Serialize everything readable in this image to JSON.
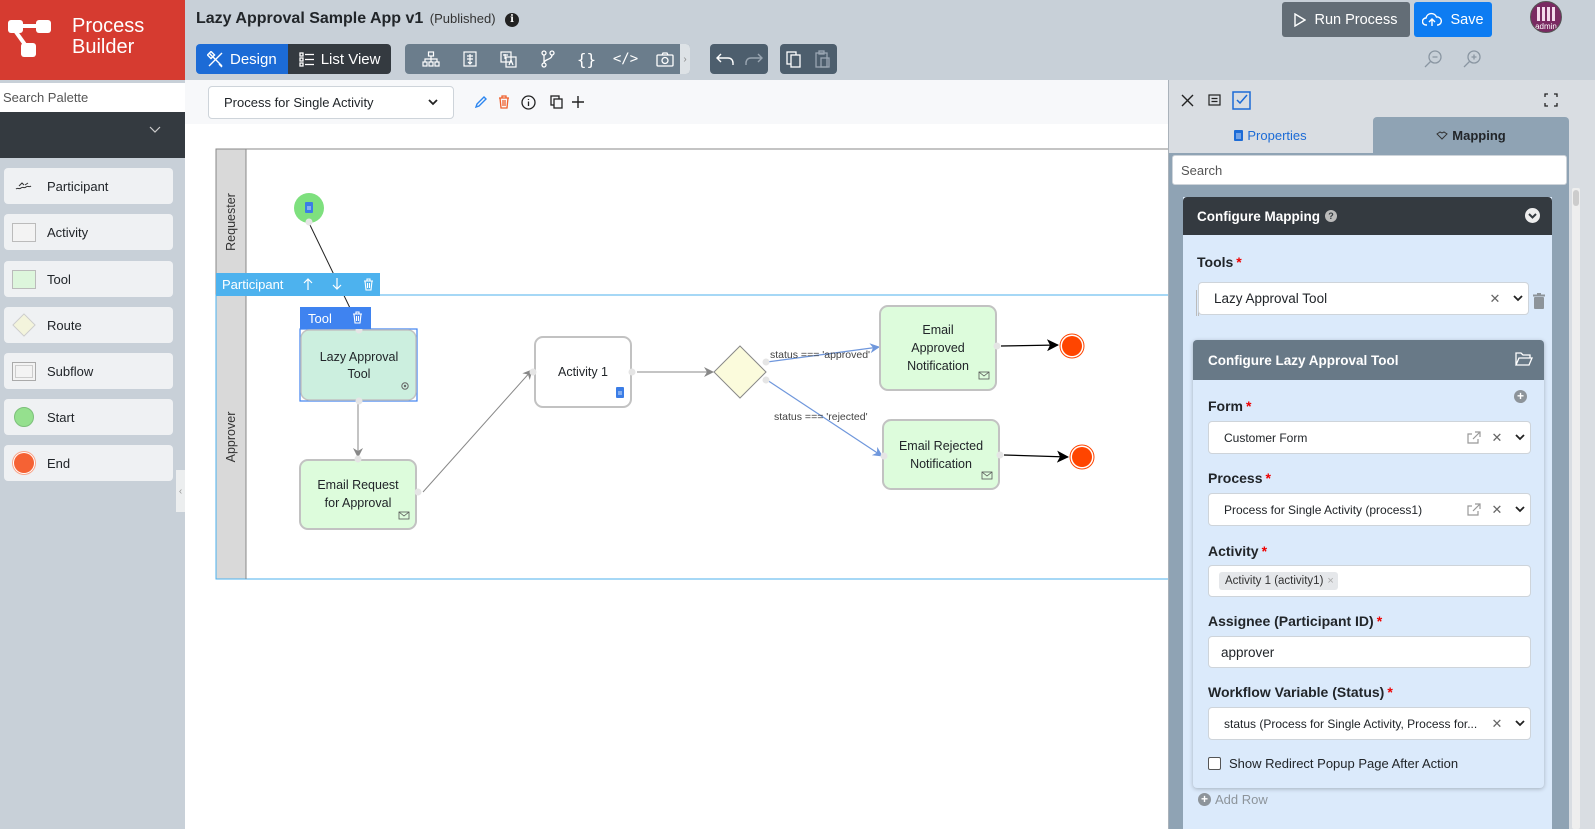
{
  "brand": {
    "line1": "Process",
    "line2": "Builder"
  },
  "header": {
    "app_title": "Lazy Approval Sample App v1",
    "status": "(Published)",
    "view_modes": [
      {
        "label": "Design",
        "icon": "design-icon",
        "active": true
      },
      {
        "label": "List View",
        "icon": "list-icon",
        "active": false
      }
    ],
    "toolbar_icons": [
      "sitemap-icon",
      "align-icon",
      "translate-icon",
      "branch-icon",
      "braces-icon",
      "code-icon",
      "camera-icon"
    ],
    "undo_redo_icons": [
      "undo-icon",
      "redo-icon"
    ],
    "clipboard_icons": [
      "copy-icon",
      "paste-icon"
    ],
    "run_label": "Run Process",
    "save_label": "Save",
    "user": "admin",
    "zoom_icons": [
      "zoom-out-icon",
      "zoom-in-icon"
    ]
  },
  "palette": {
    "search_placeholder": "Search Palette",
    "category": "",
    "items": [
      {
        "label": "Participant",
        "icon": "participant-icon"
      },
      {
        "label": "Activity",
        "icon": "activity-icon"
      },
      {
        "label": "Tool",
        "icon": "tool-icon"
      },
      {
        "label": "Route",
        "icon": "route-icon"
      },
      {
        "label": "Subflow",
        "icon": "subflow-icon"
      },
      {
        "label": "Start",
        "icon": "start-icon"
      },
      {
        "label": "End",
        "icon": "end-icon"
      }
    ]
  },
  "canvas": {
    "selected_process": "Process for Single Activity",
    "actions": [
      "edit-icon",
      "delete-icon",
      "info-icon",
      "duplicate-icon",
      "add-icon"
    ],
    "lanes": [
      "Requester",
      "Approver"
    ],
    "participant_bar_label": "Participant",
    "tool_bar_label": "Tool",
    "nodes": {
      "lazy_tool": [
        "Lazy Approval",
        "Tool"
      ],
      "email_request": [
        "Email Request",
        "for Approval"
      ],
      "activity1": [
        "Activity 1"
      ],
      "email_approved": [
        "Email",
        "Approved",
        "Notification"
      ],
      "email_rejected": [
        "Email Rejected",
        "Notification"
      ]
    },
    "edge_labels": {
      "approved": "status === 'approved'",
      "rejected": "status === 'rejected'"
    },
    "colors": {
      "start": "#7ee07e",
      "end": "#ff4500",
      "tool_fill": "#ddfcdc",
      "selected": "#3f83f0",
      "participant": "#4db2ee",
      "route_fill": "#fbfbdc"
    }
  },
  "panel": {
    "tabs": [
      {
        "label": "Properties",
        "active": false
      },
      {
        "label": "Mapping",
        "active": true
      }
    ],
    "search_placeholder": "Search",
    "configure_mapping": "Configure Mapping",
    "tools_label": "Tools",
    "tools_value": "Lazy Approval Tool",
    "configure_tool": "Configure Lazy Approval Tool",
    "fields": {
      "form": {
        "label": "Form",
        "value": "Customer Form"
      },
      "process": {
        "label": "Process",
        "value": "Process for Single Activity (process1)"
      },
      "activity": {
        "label": "Activity",
        "tags": [
          "Activity 1 (activity1)"
        ]
      },
      "assignee": {
        "label": "Assignee (Participant ID)",
        "value": "approver"
      },
      "workflow_variable": {
        "label": "Workflow Variable (Status)",
        "value": "status (Process for Single Activity, Process for..."
      }
    },
    "redirect_checkbox": {
      "label": "Show Redirect Popup Page After Action",
      "checked": false
    },
    "add_row": "Add Row"
  }
}
